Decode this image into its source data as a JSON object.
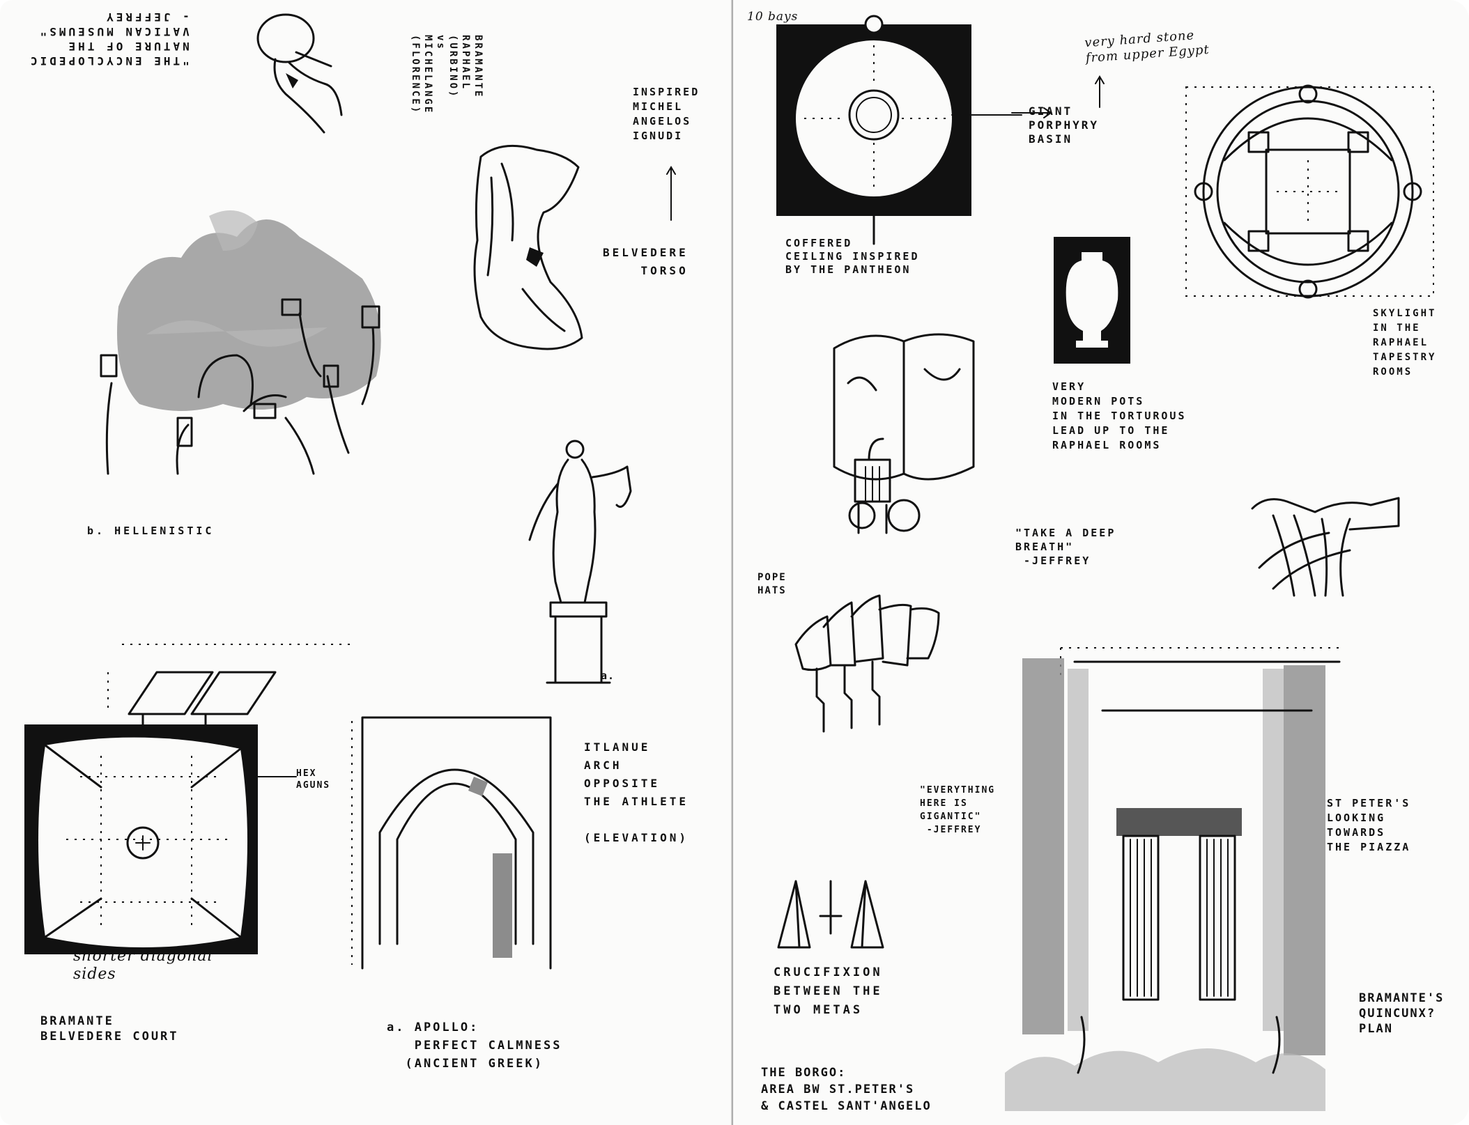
{
  "spread": {
    "left_page": {
      "notes": {
        "encyclopedic_quote": "\"THE ENCYCLOPEDIC\nNATURE OF THE\nVATICAN MUSEUMS\"\n- JEFFREY",
        "bramante_raphael": "BRAMANTE\nRAPHAEL\n(URBINO)\nvs\nMICHELANGE\n(FLORENCE)",
        "inspired": "INSPIRED\nMICHEL\nANGELOS\nIGNUDI",
        "belvedere_torso": "BELVEDERE\nTORSO",
        "hellenistic": "b. HELLENISTIC",
        "hex_aguns": "HEX\nAGUNS",
        "diagonal_sides": "shorter diagonal\nsides",
        "bramante_belvedere": "BRAMANTE\nBELVEDERE COURT",
        "apollo": "a. APOLLO:\n   PERFECT CALMNESS\n  (ANCIENT GREEK)",
        "apollo_marker": "a.",
        "arch_label": "ITLANUE\nARCH\nOPPOSITE\nTHE ATHLETE\n\n(ELEVATION)"
      }
    },
    "right_page": {
      "notes": {
        "ten_bays": "10 bays",
        "stone_origin": "very hard stone\nfrom upper Egypt",
        "porphyry_basin": "GIANT\nPORPHYRY\nBASIN",
        "coffered_ceiling": "COFFERED\nCEILING INSPIRED\nBY THE PANTHEON",
        "skylight": "SKYLIGHT\nIN THE\nRAPHAEL\nTAPESTRY\nROOMS",
        "modern_pots": "VERY\nMODERN POTS\nIN THE TORTUROUS\nLEAD UP TO THE\nRAPHAEL ROOMS",
        "take_breath": "\"TAKE A DEEP\nBREATH\"\n -JEFFREY",
        "pope_hats": "POPE\nHATS",
        "gigantic_quote": "\"EVERYTHING\nHERE IS\nGIGANTIC\"\n -JEFFREY",
        "st_peters": "ST PETER'S\nLOOKING\nTOWARDS\nTHE PIAZZA",
        "crucifixion": "CRUCIFIXION\nBETWEEN THE\nTWO METAS",
        "quincunx": "BRAMANTE'S\nQUINCUNX?\nPLAN",
        "borgo": "THE BORGO:\nAREA BW ST.PETER'S\n& CASTEL SANT'ANGELO"
      }
    }
  },
  "colors": {
    "paper": "#fbfbfa",
    "ink": "#111111",
    "marker_grey": "#8c8c8c",
    "gutter": "#9a9a9a"
  }
}
